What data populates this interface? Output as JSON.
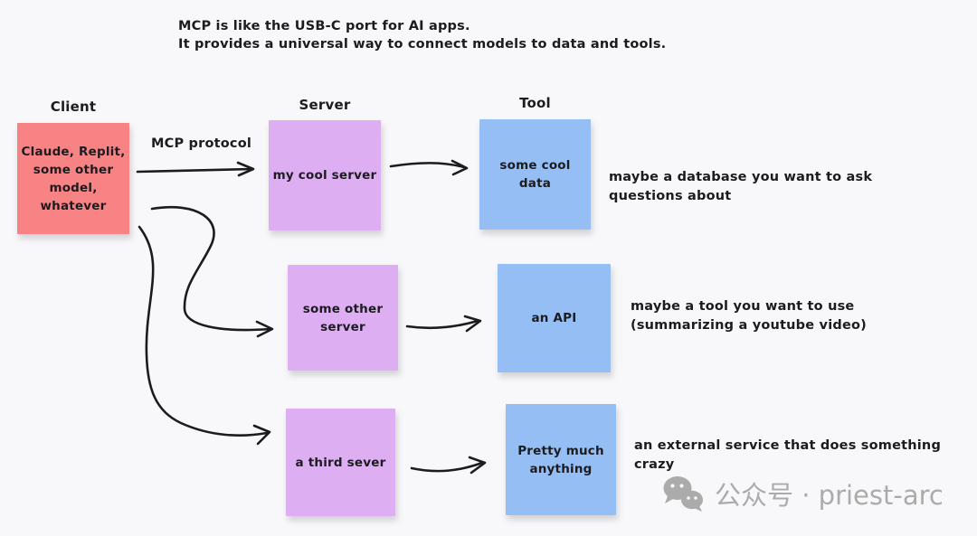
{
  "title": {
    "text": "MCP is like the USB-C port for AI apps.\nIt provides a universal way to connect models to data and tools."
  },
  "columns": [
    {
      "label": "Client"
    },
    {
      "label": "Server"
    },
    {
      "label": "Tool"
    }
  ],
  "client_box": {
    "text": "Claude, Replit,\nsome other\nmodel,\nwhatever"
  },
  "mcp_arrow_label": "MCP protocol",
  "rows": [
    {
      "server_label": "my cool server",
      "tool_label": "some cool\ndata",
      "note": "maybe a database you want to ask\nquestions about"
    },
    {
      "server_label": "some other\nserver",
      "tool_label": "an API",
      "note": "maybe a tool you want to use\n(summarizing a youtube video)"
    },
    {
      "server_label": "a third sever",
      "tool_label": "Pretty much\nanything",
      "note": "an external service that does something crazy"
    }
  ],
  "watermark": {
    "icon": "wechat-icon",
    "text": "公众号 · priest-arc"
  },
  "colors": {
    "background": "#f8f8fa",
    "ink": "#1c1c20",
    "client": "#f88384",
    "server": "#ddaef2",
    "tool": "#95bff4",
    "watermark": "#ababab"
  }
}
